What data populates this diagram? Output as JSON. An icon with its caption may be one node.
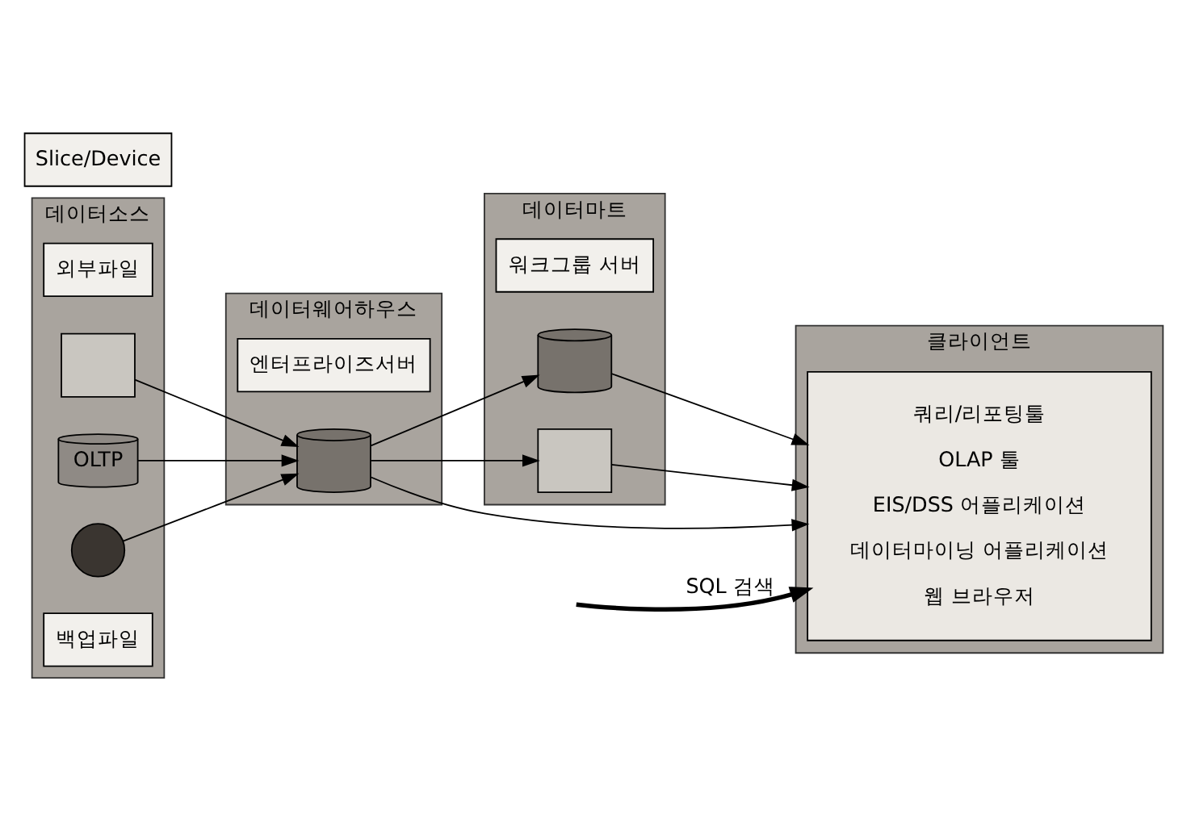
{
  "diagram": {
    "nodes": [
      {
        "text": [
          "데이터소스"
        ]
      },
      {
        "text": [
          "외부파일"
        ],
        "in": 0
      },
      {
        "text": [],
        "shape": "box",
        "in": 0
      },
      {
        "text": [
          "OLTP"
        ],
        "in": 0
      },
      {
        "text": [],
        "shape": "circle",
        "in": 0
      },
      {
        "text": [
          "백업파일"
        ],
        "in": 0
      },
      {
        "text": [
          "데이터웨어하우스"
        ]
      },
      {
        "text": [
          "엔터프라이즈서버"
        ],
        "in": 6
      },
      {
        "text": [],
        "shape": "cylinder",
        "in": 6
      },
      {
        "text": [
          "데이터마트"
        ]
      },
      {
        "text": [
          "워크그룹 서버"
        ],
        "in": 9
      },
      {
        "text": [],
        "shape": "cylinder",
        "in": 9
      },
      {
        "text": [],
        "shape": "box",
        "in": 9
      },
      {
        "text": [
          "Slice/Device"
        ]
      },
      {
        "text": [
          "클라이언트"
        ]
      },
      {
        "text": [
          "쿼리/리포팅툴",
          "OLAP 툴",
          "EIS/DSS 어플리케이션",
          "데이터마이닝 어플리케이션",
          "웹 브라우저"
        ],
        "in": 14
      }
    ],
    "edges": [
      {
        "from": null,
        "to": 15,
        "arrow": "to",
        "label": "SQL 검색",
        "style": "thick"
      },
      {
        "from": 2,
        "to": 8,
        "arrow": "to"
      },
      {
        "from": 3,
        "to": 8,
        "arrow": "to"
      },
      {
        "from": 4,
        "to": 8,
        "arrow": "to"
      },
      {
        "from": 8,
        "to": 15,
        "arrow": "to"
      },
      {
        "from": 8,
        "to": 11,
        "arrow": "to"
      },
      {
        "from": 8,
        "to": 12,
        "arrow": "to"
      },
      {
        "from": 11,
        "to": 15,
        "arrow": "to"
      },
      {
        "from": 12,
        "to": 15,
        "arrow": "to"
      }
    ]
  }
}
